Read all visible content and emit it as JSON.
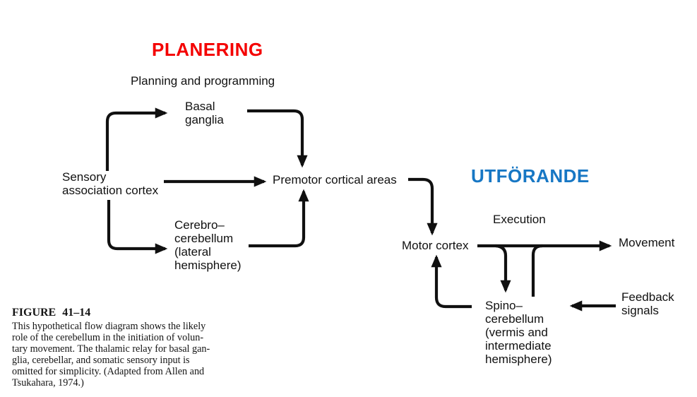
{
  "figure": {
    "type": "flow-diagram",
    "headers": {
      "planning_sv": "PLANERING",
      "execution_sv": "UTFÖRANDE"
    },
    "colors": {
      "planning_header": "#f40000",
      "execution_header": "#1777c4",
      "diagram_ink": "#111111",
      "background": "#ffffff"
    },
    "stage_labels": {
      "planning": "Planning and programming",
      "execution": "Execution"
    },
    "nodes": {
      "sensory_association_cortex": "Sensory\nassociation cortex",
      "basal_ganglia": "Basal\nganglia",
      "premotor_cortical_areas": "Premotor cortical areas",
      "cerebrocerebellum": "Cerebro–\ncerebellum\n(lateral\nhemisphere)",
      "motor_cortex": "Motor cortex",
      "movement": "Movement",
      "spinocerebellum": "Spino–\ncerebellum\n(vermis and\nintermediate\nhemisphere)",
      "feedback_signals": "Feedback\nsignals"
    },
    "edges": [
      "sensory_association_cortex -> basal_ganglia",
      "basal_ganglia -> premotor_cortical_areas",
      "sensory_association_cortex -> premotor_cortical_areas",
      "sensory_association_cortex -> cerebrocerebellum",
      "cerebrocerebellum -> premotor_cortical_areas",
      "premotor_cortical_areas -> motor_cortex",
      "motor_cortex -> movement",
      "motor_cortex -> spinocerebellum",
      "spinocerebellum -> motor_cortex",
      "feedback_signals -> spinocerebellum"
    ]
  },
  "caption": {
    "title": "FIGURE 41–14",
    "body": "This hypothetical flow diagram shows the likely\nrole of the cerebellum in the initiation of volun-\ntary movement. The thalamic relay for basal gan-\nglia, cerebellar, and somatic sensory input is\nomitted for simplicity. (Adapted from Allen and\nTsukahara, 1974.)"
  }
}
